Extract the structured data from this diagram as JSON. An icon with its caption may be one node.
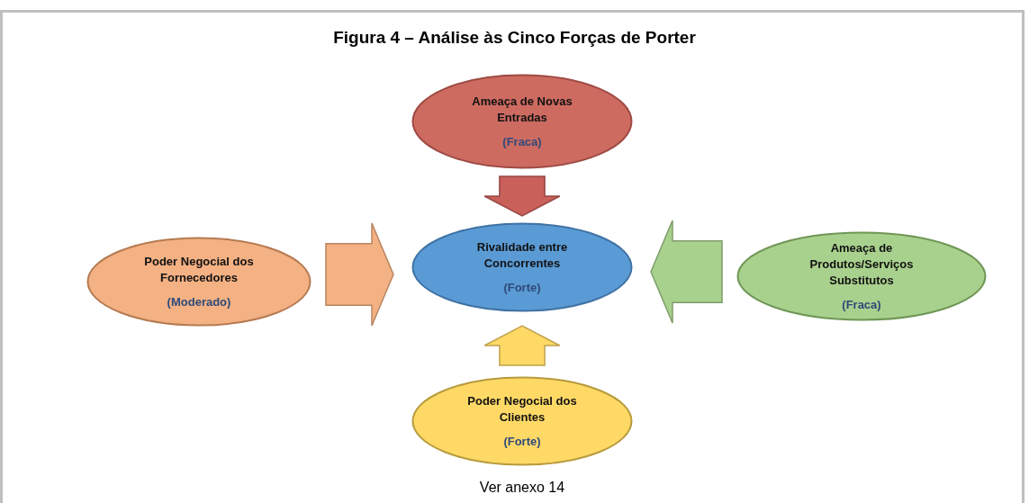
{
  "diagram": {
    "title": "Figura 4 – Análise às Cinco Forças de Porter",
    "caption": "Ver anexo 14",
    "nodes": [
      {
        "text": [
          "Ameaça de Novas Entradas",
          "(Fraca)"
        ]
      },
      {
        "text": [
          "Poder Negocial dos Fornecedores",
          "(Moderado)"
        ]
      },
      {
        "text": [
          "Rivalidade entre Concorrentes",
          "(Forte)"
        ]
      },
      {
        "text": [
          "Ameaça de Produtos/Serviços Substitutos",
          "(Fraca)"
        ]
      },
      {
        "text": [
          "Poder Negocial dos Clientes",
          "(Forte)"
        ]
      }
    ],
    "edges": [
      {
        "from": 0,
        "to": 2,
        "arrow": "to",
        "color": "#c9605a"
      },
      {
        "from": 1,
        "to": 2,
        "arrow": "to",
        "color": "#f4b183"
      },
      {
        "from": 3,
        "to": 2,
        "arrow": "to",
        "color": "#a9d18e"
      },
      {
        "from": 4,
        "to": 2,
        "arrow": "to",
        "color": "#ffd966"
      }
    ]
  }
}
